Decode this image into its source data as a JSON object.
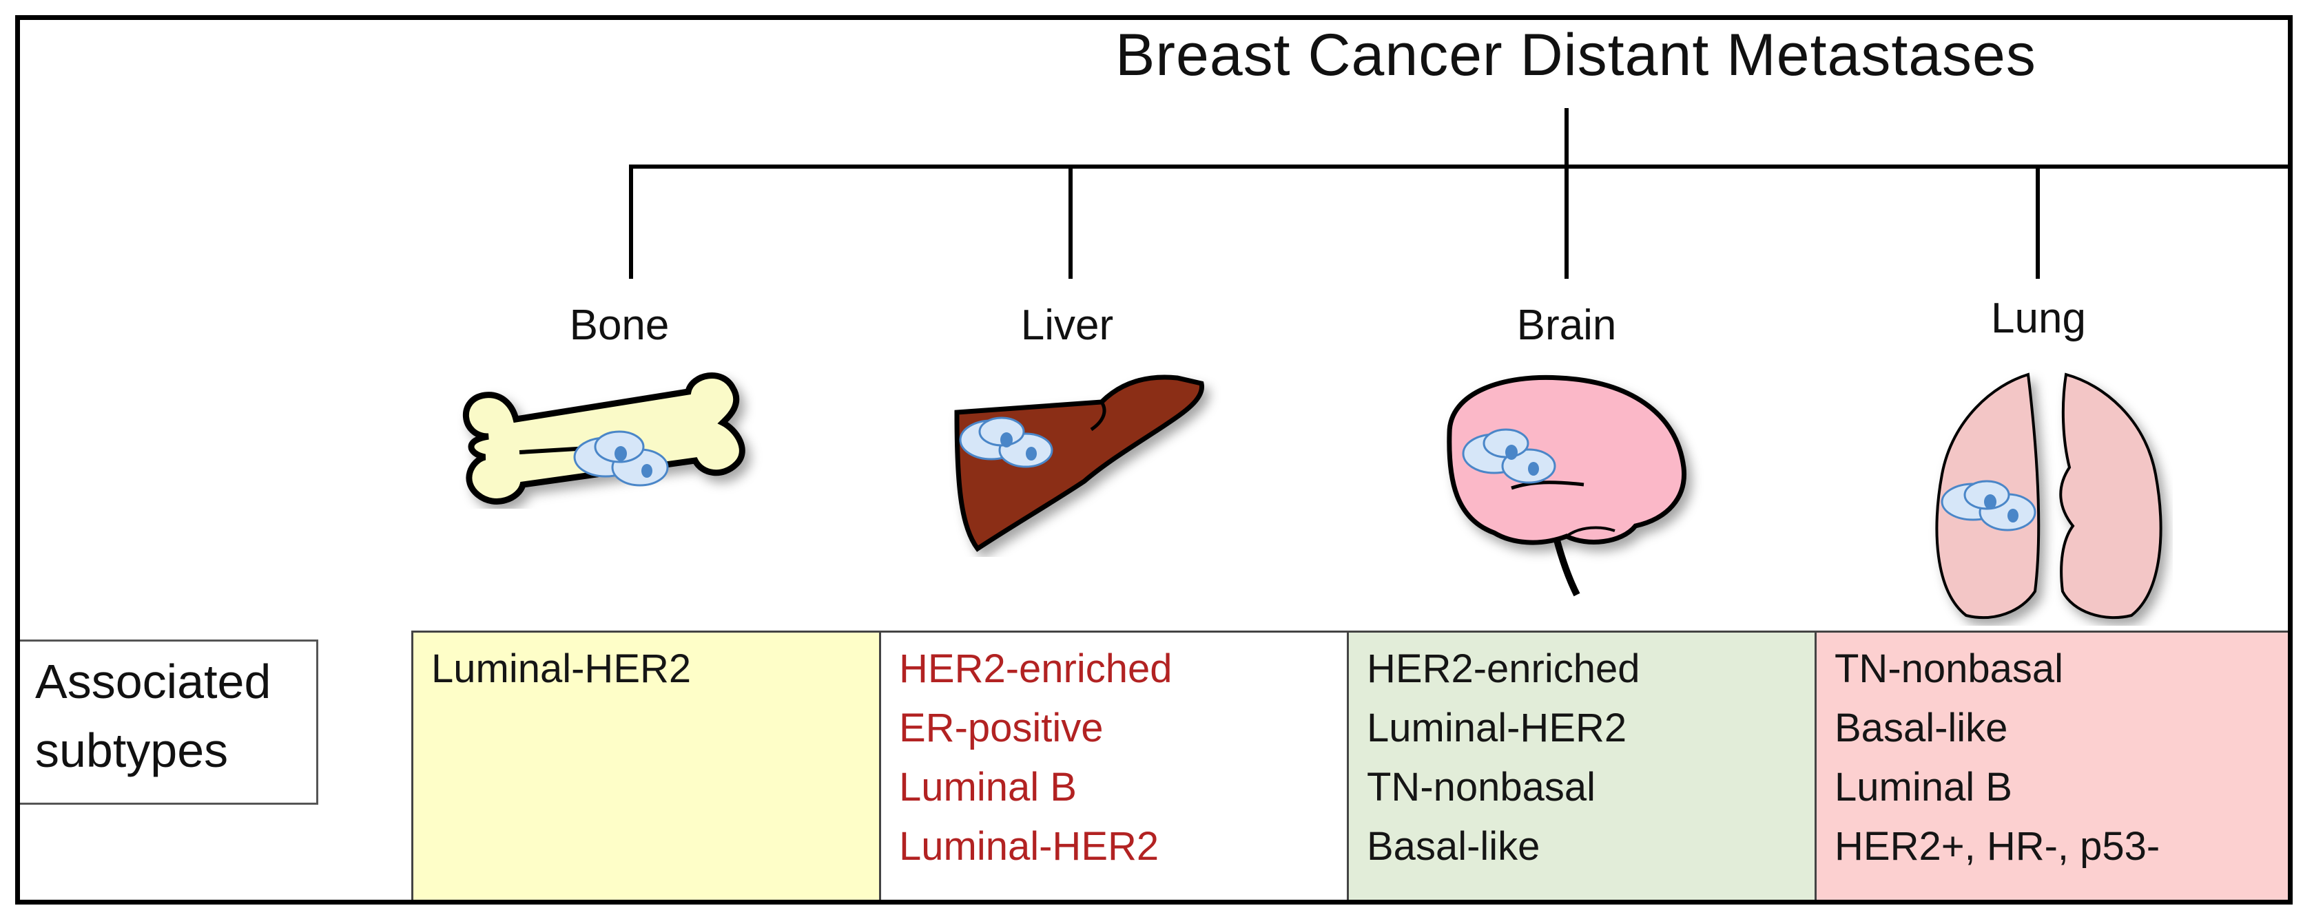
{
  "title": "Breast Cancer Distant Metastases",
  "organs": [
    {
      "label": "Bone",
      "icon": "bone-icon",
      "color": "#fafac8"
    },
    {
      "label": "Liver",
      "icon": "liver-icon",
      "color": "#8b2d14"
    },
    {
      "label": "Brain",
      "icon": "brain-icon",
      "color": "#fbb8c8"
    },
    {
      "label": "Lung",
      "icon": "lung-icon",
      "color": "#f3c6c6"
    }
  ],
  "row_header": {
    "line1": "Associated",
    "line2": "subtypes"
  },
  "subtypes": {
    "bone": [
      "Luminal-HER2"
    ],
    "liver": [
      "HER2-enriched",
      "ER-positive",
      "Luminal B",
      "Luminal-HER2"
    ],
    "brain": [
      "HER2-enriched",
      "Luminal-HER2",
      "TN-nonbasal",
      "Basal-like"
    ],
    "lung": [
      "TN-nonbasal",
      "Basal-like",
      "Luminal B",
      "HER2+, HR-, p53-"
    ]
  },
  "cell_colors": {
    "bone": "#fefec8",
    "liver": "#ffffff",
    "brain": "#e2edd9",
    "lung": "#fcd0d0"
  },
  "text_colors": {
    "liver": "#b22222",
    "default": "#151515"
  },
  "tumor_color": "#d6e6f8"
}
